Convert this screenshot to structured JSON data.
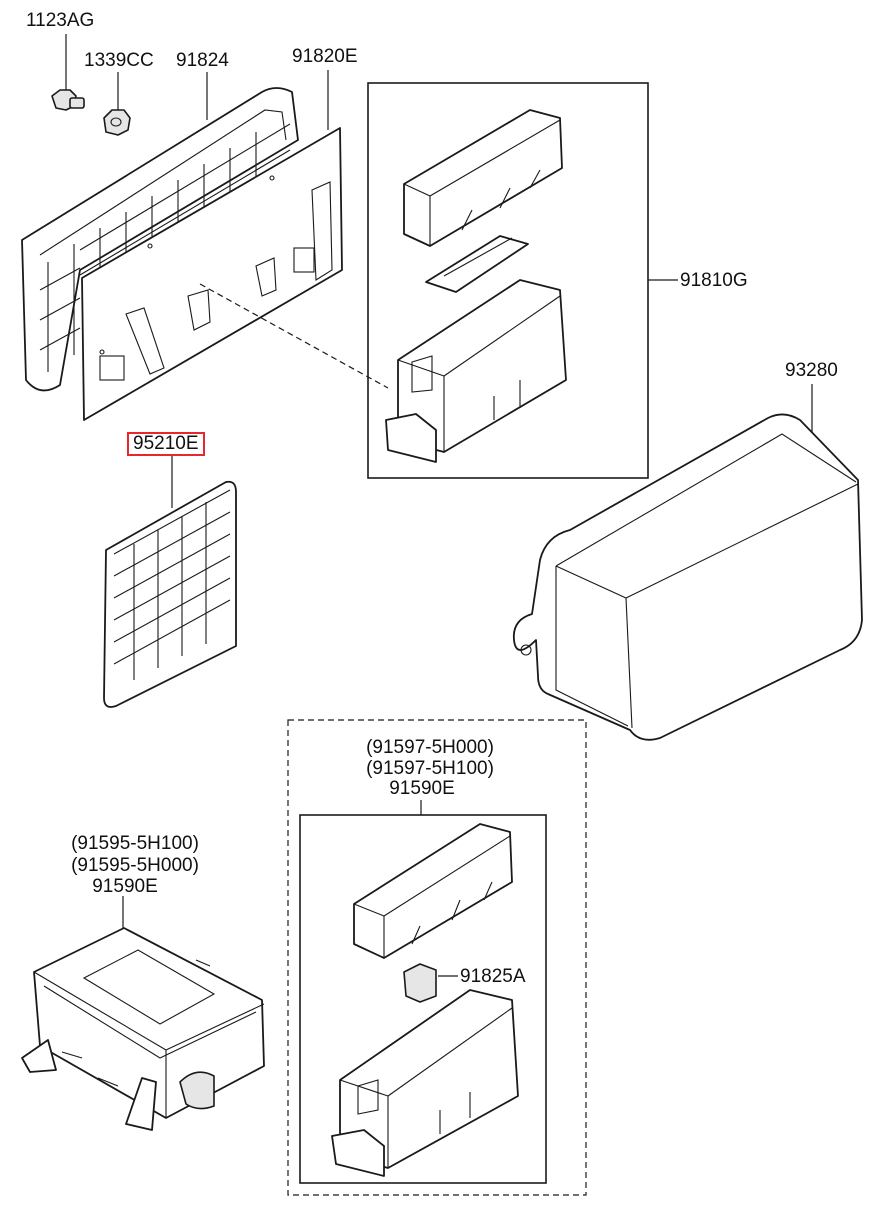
{
  "parts": {
    "bolt": "1123AG",
    "nut": "1339CC",
    "gasket": "91824",
    "bracket": "91820E",
    "junction_block": "91810G",
    "cover": "93280",
    "fuse_label": "95210E",
    "right_assy_line1": "(91597-5H000)",
    "right_assy_line2": "(91597-5H100)",
    "right_assy_line3": "91590E",
    "fuse": "91825A",
    "left_assy_line1": "(91595-5H100)",
    "left_assy_line2": "(91595-5H000)",
    "left_assy_line3": "91590E"
  },
  "highlight_color": "#e8262b"
}
